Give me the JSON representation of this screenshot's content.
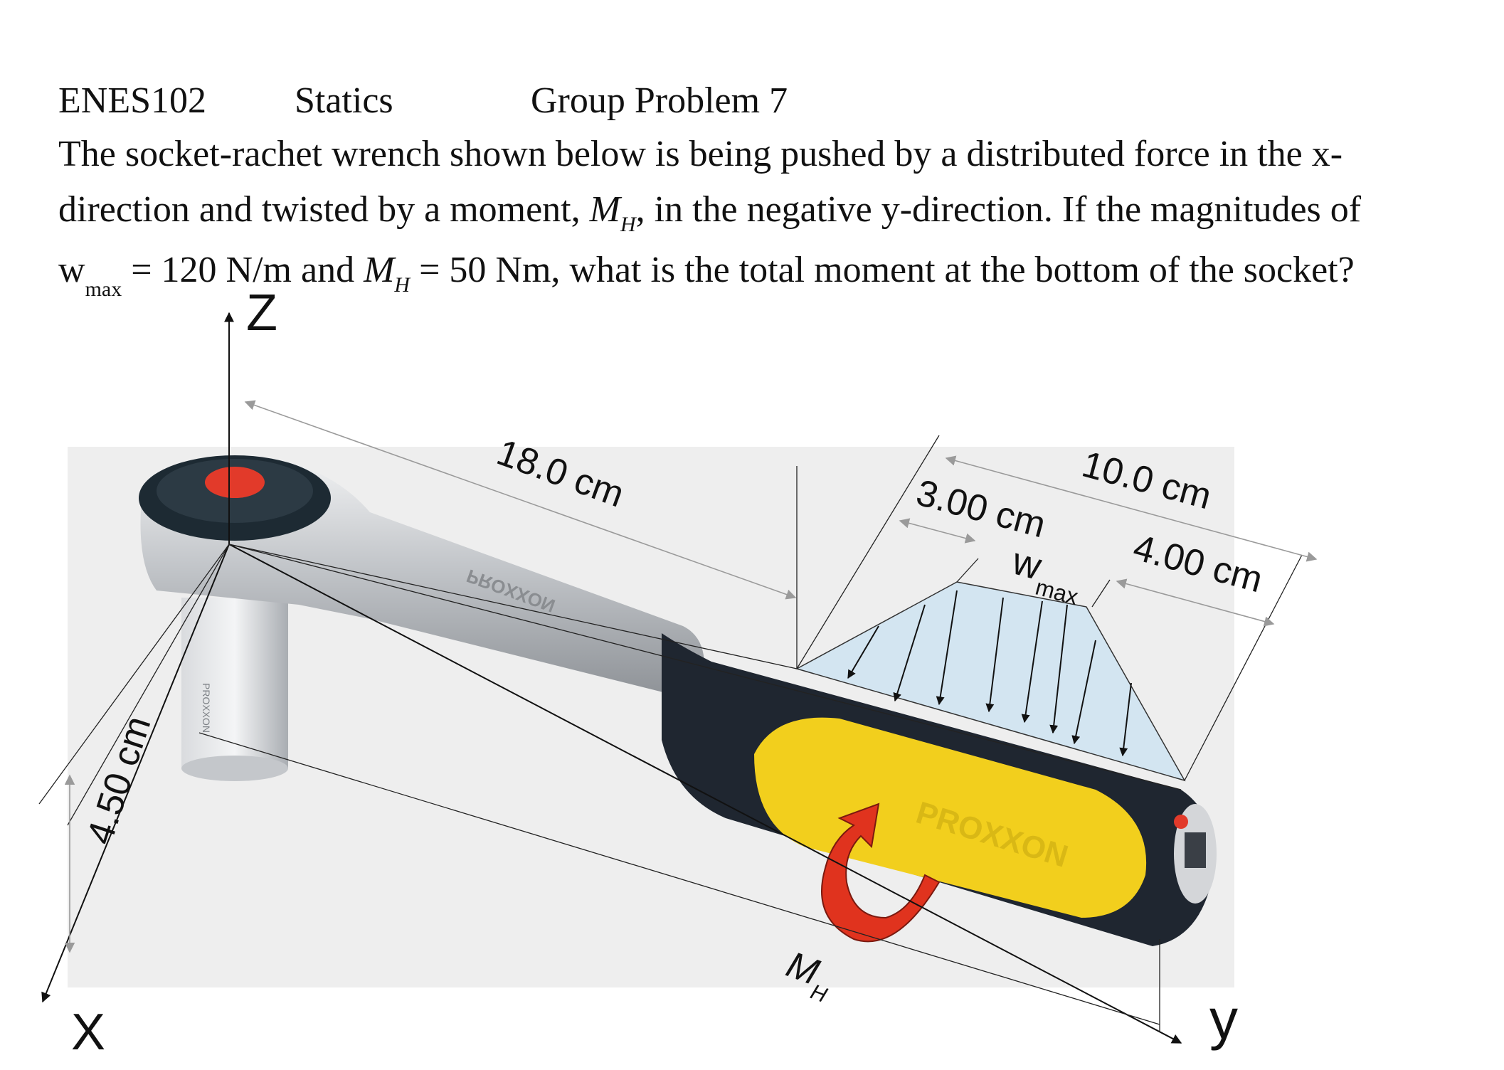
{
  "header": {
    "course": "ENES102",
    "subject": "Statics",
    "problem": "Group Problem 7"
  },
  "problem": {
    "line1": "The socket-rachet wrench shown below is being pushed by a distributed force in the x-",
    "line2_a": "direction and twisted by a moment, ",
    "line2_sym": "M",
    "line2_sub": "H",
    "line2_b": ", in the negative y-direction. If the magnitudes of",
    "line3_w": "w",
    "line3_wsub": "max",
    "line3_a": " = 120 N/m and ",
    "line3_sym": "M",
    "line3_sub": "H",
    "line3_b": " = 50 Nm, what is the total moment at the bottom of the socket?"
  },
  "figure": {
    "axis_z": "Z",
    "axis_x": "X",
    "axis_y": "y",
    "dim_length": "18.0 cm",
    "dim_3": "3.00 cm",
    "dim_10": "10.0 cm",
    "dim_4": "4.00 cm",
    "dim_height": "4.50 cm",
    "load_w": "w",
    "load_sub": "max",
    "moment_m": "M",
    "moment_sub": "H",
    "brand": "PROXXON",
    "colors": {
      "handle_yellow": "#f2cf1d",
      "handle_dark": "#1f2630",
      "chrome": "#c9ccd0",
      "load_fill": "#cfe3f1",
      "moment_arrow": "#e0331e",
      "cap_red": "#e23a2a"
    }
  }
}
